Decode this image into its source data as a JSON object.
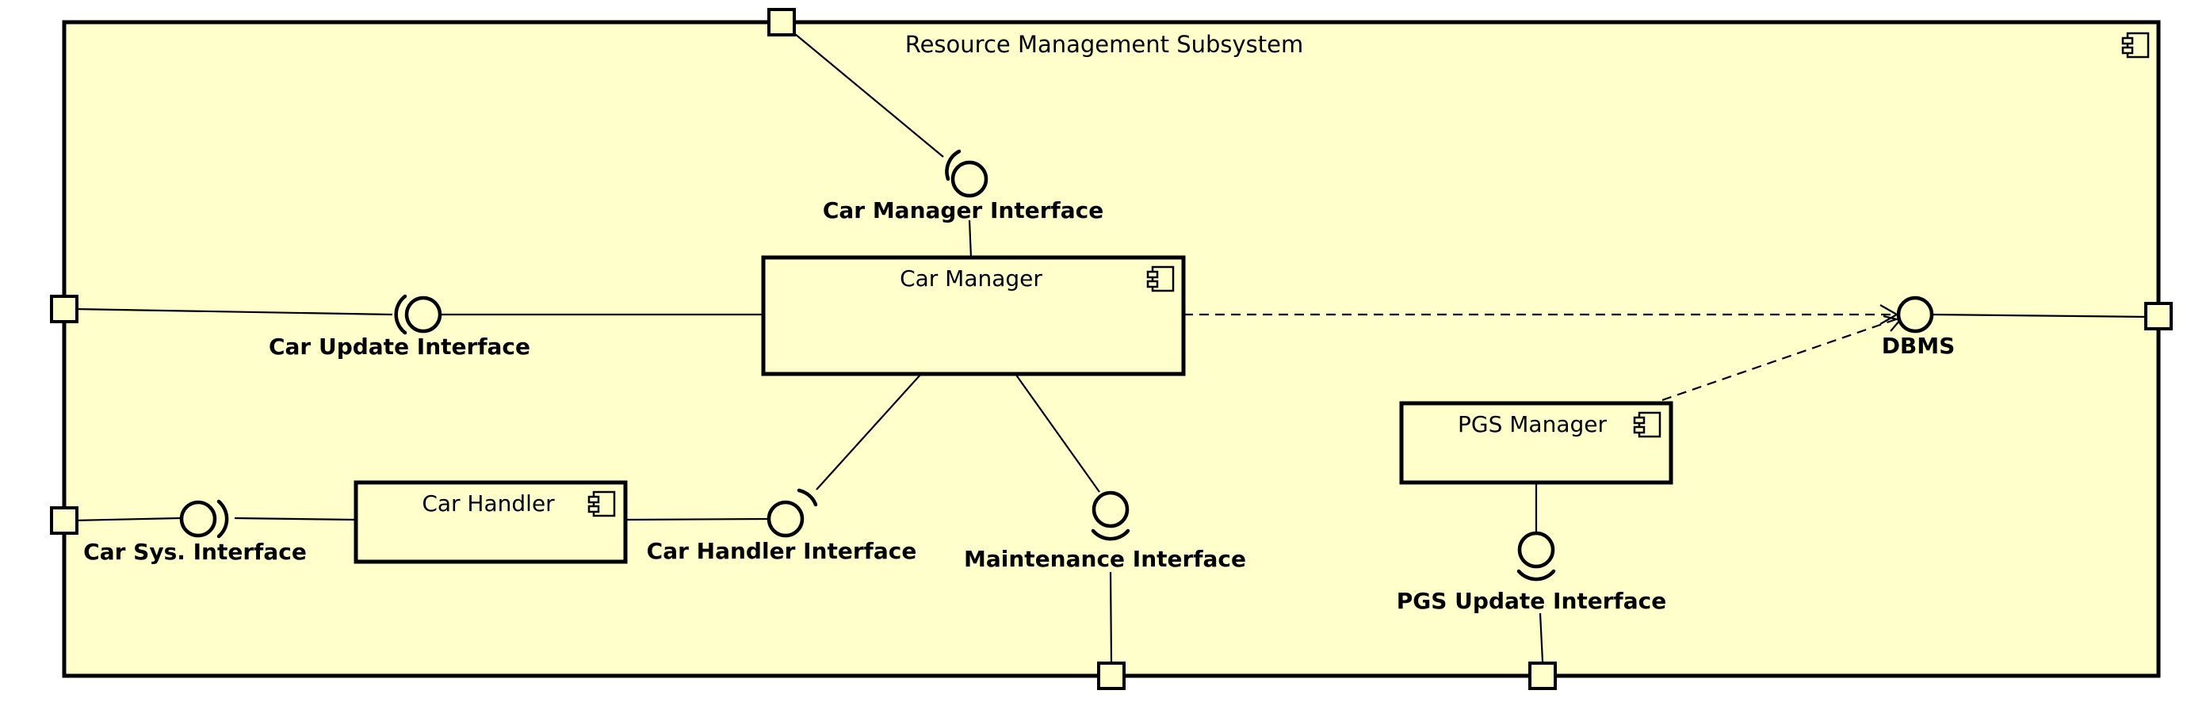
{
  "diagram": {
    "subsystem_title": "Resource Management Subsystem",
    "components": {
      "car_manager": "Car Manager",
      "car_handler": "Car Handler",
      "pgs_manager": "PGS Manager"
    },
    "interfaces": {
      "car_manager": "Car Manager Interface",
      "car_update": "Car Update Interface",
      "car_sys": "Car Sys. Interface",
      "car_handler": "Car Handler Interface",
      "maintenance": "Maintenance Interface",
      "pgs_update": "PGS Update Interface",
      "dbms": "DBMS"
    }
  },
  "colors": {
    "fill": "#ffffcc",
    "stroke": "#000000"
  },
  "icons": [
    "component-icon"
  ]
}
